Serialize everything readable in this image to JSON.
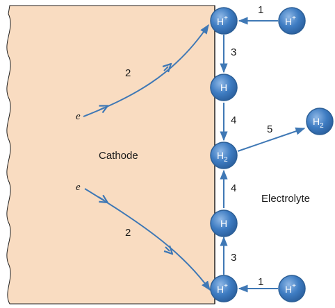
{
  "labels": {
    "cathode": "Cathode",
    "electrolyte": "Electrolyte",
    "electron": "e"
  },
  "atoms": {
    "h_plus": {
      "text": "H",
      "sup": "+"
    },
    "h": {
      "text": "H"
    },
    "h2": {
      "text": "H",
      "sub": "2"
    }
  },
  "steps": {
    "s1": "1",
    "s2": "2",
    "s3": "3",
    "s4": "4",
    "s5": "5"
  },
  "colors": {
    "cathode_fill": "#f9dcc1",
    "arrow": "#3f78b5",
    "atom_fill": "#3e7cc2"
  }
}
